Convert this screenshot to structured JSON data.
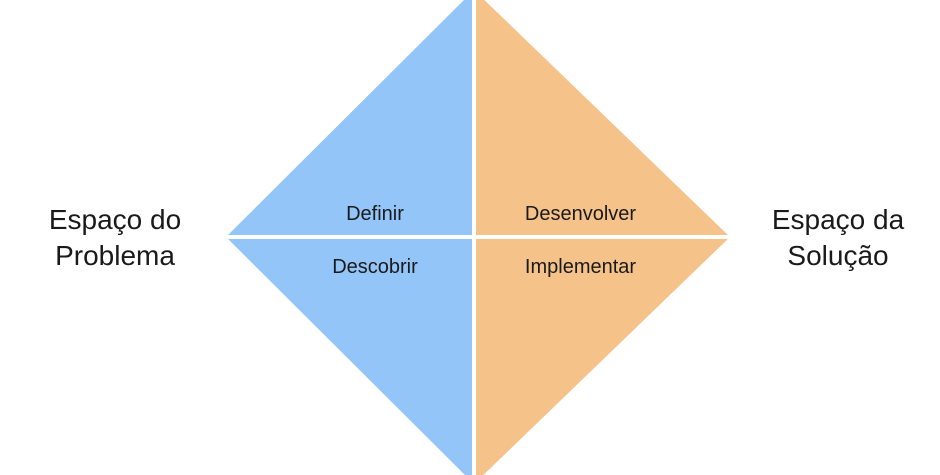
{
  "problem_space": {
    "line1": "Espaço do",
    "line2": "Problema"
  },
  "solution_space": {
    "line1": "Espaço da",
    "line2": "Solução"
  },
  "quadrants": {
    "top_left": "Definir",
    "bottom_left": "Descobrir",
    "top_right": "Desenvolver",
    "bottom_right": "Implementar"
  },
  "colors": {
    "problem_fill": "#93c5f8",
    "solution_fill": "#f5c28a",
    "divider": "#ffffff"
  }
}
